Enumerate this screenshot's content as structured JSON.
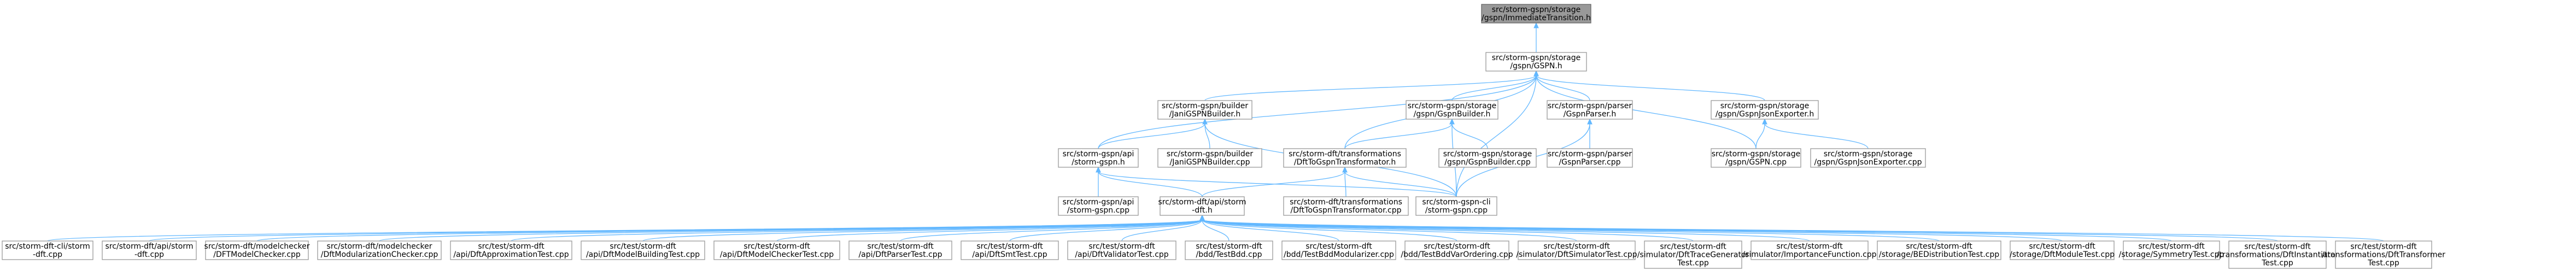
{
  "nodes": [
    {
      "id": "root",
      "lines": [
        "src/storm-gspn/storage",
        "/gspn/ImmediateTransition.h"
      ],
      "root": true
    },
    {
      "id": "gspn_h",
      "lines": [
        "src/storm-gspn/storage",
        "/gspn/GSPN.h"
      ]
    },
    {
      "id": "janigspnbuilder_h",
      "lines": [
        "src/storm-gspn/builder",
        "/JaniGSPNBuilder.h"
      ]
    },
    {
      "id": "gspnbuilder_h",
      "lines": [
        "src/storm-gspn/storage",
        "/gspn/GspnBuilder.h"
      ]
    },
    {
      "id": "gspnparser_h",
      "lines": [
        "src/storm-gspn/parser",
        "/GspnParser.h"
      ]
    },
    {
      "id": "gspnjsonexporter_h",
      "lines": [
        "src/storm-gspn/storage",
        "/gspn/GspnJsonExporter.h"
      ]
    },
    {
      "id": "stormgspn_h",
      "lines": [
        "src/storm-gspn/api",
        "/storm-gspn.h"
      ]
    },
    {
      "id": "janigspnbuilder_cpp",
      "lines": [
        "src/storm-gspn/builder",
        "/JaniGSPNBuilder.cpp"
      ]
    },
    {
      "id": "dfttogspn_h",
      "lines": [
        "src/storm-dft/transformations",
        "/DftToGspnTransformator.h"
      ]
    },
    {
      "id": "gspnbuilder_cpp",
      "lines": [
        "src/storm-gspn/storage",
        "/gspn/GspnBuilder.cpp"
      ]
    },
    {
      "id": "gspnparser_cpp",
      "lines": [
        "src/storm-gspn/parser",
        "/GspnParser.cpp"
      ]
    },
    {
      "id": "gspn_cpp",
      "lines": [
        "src/storm-gspn/storage",
        "/gspn/GSPN.cpp"
      ]
    },
    {
      "id": "gspnjsonexporter_cpp",
      "lines": [
        "src/storm-gspn/storage",
        "/gspn/GspnJsonExporter.cpp"
      ]
    },
    {
      "id": "stormgspn_cpp",
      "lines": [
        "src/storm-gspn/api",
        "/storm-gspn.cpp"
      ]
    },
    {
      "id": "stormdft_h",
      "lines": [
        "src/storm-dft/api/storm",
        "-dft.h"
      ]
    },
    {
      "id": "dfttogspn_cpp",
      "lines": [
        "src/storm-dft/transformations",
        "/DftToGspnTransformator.cpp"
      ]
    },
    {
      "id": "stormgspncli_cpp",
      "lines": [
        "src/storm-gspn-cli",
        "/storm-gspn.cpp"
      ]
    },
    {
      "id": "l1",
      "lines": [
        "src/storm-dft-cli/storm",
        "-dft.cpp"
      ]
    },
    {
      "id": "l2",
      "lines": [
        "src/storm-dft/api/storm",
        "-dft.cpp"
      ]
    },
    {
      "id": "l3",
      "lines": [
        "src/storm-dft/modelchecker",
        "/DFTModelChecker.cpp"
      ]
    },
    {
      "id": "l4",
      "lines": [
        "src/storm-dft/modelchecker",
        "/DftModularizationChecker.cpp"
      ]
    },
    {
      "id": "l5",
      "lines": [
        "src/test/storm-dft",
        "/api/DftApproximationTest.cpp"
      ]
    },
    {
      "id": "l6",
      "lines": [
        "src/test/storm-dft",
        "/api/DftModelBuildingTest.cpp"
      ]
    },
    {
      "id": "l7",
      "lines": [
        "src/test/storm-dft",
        "/api/DftModelCheckerTest.cpp"
      ]
    },
    {
      "id": "l8",
      "lines": [
        "src/test/storm-dft",
        "/api/DftParserTest.cpp"
      ]
    },
    {
      "id": "l9",
      "lines": [
        "src/test/storm-dft",
        "/api/DftSmtTest.cpp"
      ]
    },
    {
      "id": "l10",
      "lines": [
        "src/test/storm-dft",
        "/api/DftValidatorTest.cpp"
      ]
    },
    {
      "id": "l11",
      "lines": [
        "src/test/storm-dft",
        "/bdd/TestBdd.cpp"
      ]
    },
    {
      "id": "l12",
      "lines": [
        "src/test/storm-dft",
        "/bdd/TestBddModularizer.cpp"
      ]
    },
    {
      "id": "l13",
      "lines": [
        "src/test/storm-dft",
        "/bdd/TestBddVarOrdering.cpp"
      ]
    },
    {
      "id": "l14",
      "lines": [
        "src/test/storm-dft",
        "/simulator/DftSimulatorTest.cpp"
      ]
    },
    {
      "id": "l15",
      "lines": [
        "src/test/storm-dft",
        "/simulator/DftTraceGenerator",
        "Test.cpp"
      ]
    },
    {
      "id": "l16",
      "lines": [
        "src/test/storm-dft",
        "/simulator/ImportanceFunction.cpp"
      ]
    },
    {
      "id": "l17",
      "lines": [
        "src/test/storm-dft",
        "/storage/BEDistributionTest.cpp"
      ]
    },
    {
      "id": "l18",
      "lines": [
        "src/test/storm-dft",
        "/storage/DftModuleTest.cpp"
      ]
    },
    {
      "id": "l19",
      "lines": [
        "src/test/storm-dft",
        "/storage/SymmetryTest.cpp"
      ]
    },
    {
      "id": "l20",
      "lines": [
        "src/test/storm-dft",
        "/transformations/DftInstantiator",
        "Test.cpp"
      ]
    },
    {
      "id": "l21",
      "lines": [
        "src/test/storm-dft",
        "/transformations/DftTransformer",
        "Test.cpp"
      ]
    }
  ],
  "edges": [
    [
      "gspn_h",
      "root"
    ],
    [
      "janigspnbuilder_h",
      "gspn_h"
    ],
    [
      "gspnbuilder_h",
      "gspn_h"
    ],
    [
      "gspnparser_h",
      "gspn_h"
    ],
    [
      "gspnjsonexporter_h",
      "gspn_h"
    ],
    [
      "stormgspn_h",
      "gspn_h"
    ],
    [
      "dfttogspn_h",
      "gspn_h"
    ],
    [
      "gspn_cpp",
      "gspn_h"
    ],
    [
      "stormgspncli_cpp",
      "gspn_h"
    ],
    [
      "janigspnbuilder_cpp",
      "janigspnbuilder_h"
    ],
    [
      "stormgspn_h",
      "janigspnbuilder_h"
    ],
    [
      "stormgspncli_cpp",
      "janigspnbuilder_h"
    ],
    [
      "dfttogspn_h",
      "gspnbuilder_h"
    ],
    [
      "gspnbuilder_cpp",
      "gspnbuilder_h"
    ],
    [
      "stormgspncli_cpp",
      "gspnbuilder_h"
    ],
    [
      "gspnparser_cpp",
      "gspnparser_h"
    ],
    [
      "stormgspncli_cpp",
      "gspnparser_h"
    ],
    [
      "gspnjsonexporter_cpp",
      "gspnjsonexporter_h"
    ],
    [
      "gspn_cpp",
      "gspnjsonexporter_h"
    ],
    [
      "stormgspn_cpp",
      "stormgspn_h"
    ],
    [
      "stormdft_h",
      "stormgspn_h"
    ],
    [
      "stormgspncli_cpp",
      "stormgspn_h"
    ],
    [
      "stormdft_h",
      "dfttogspn_h"
    ],
    [
      "dfttogspn_cpp",
      "dfttogspn_h"
    ],
    [
      "stormgspncli_cpp",
      "dfttogspn_h"
    ],
    [
      "l1",
      "stormdft_h"
    ],
    [
      "l2",
      "stormdft_h"
    ],
    [
      "l3",
      "stormdft_h"
    ],
    [
      "l4",
      "stormdft_h"
    ],
    [
      "l5",
      "stormdft_h"
    ],
    [
      "l6",
      "stormdft_h"
    ],
    [
      "l7",
      "stormdft_h"
    ],
    [
      "l8",
      "stormdft_h"
    ],
    [
      "l9",
      "stormdft_h"
    ],
    [
      "l10",
      "stormdft_h"
    ],
    [
      "l11",
      "stormdft_h"
    ],
    [
      "l12",
      "stormdft_h"
    ],
    [
      "l13",
      "stormdft_h"
    ],
    [
      "l14",
      "stormdft_h"
    ],
    [
      "l15",
      "stormdft_h"
    ],
    [
      "l16",
      "stormdft_h"
    ],
    [
      "l17",
      "stormdft_h"
    ],
    [
      "l18",
      "stormdft_h"
    ],
    [
      "l19",
      "stormdft_h"
    ],
    [
      "l20",
      "stormdft_h"
    ],
    [
      "l21",
      "stormdft_h"
    ]
  ],
  "colors": {
    "edge": "#63b8ff",
    "node_border": "#999999",
    "root_fill": "#999999",
    "node_fill": "#ffffff"
  }
}
